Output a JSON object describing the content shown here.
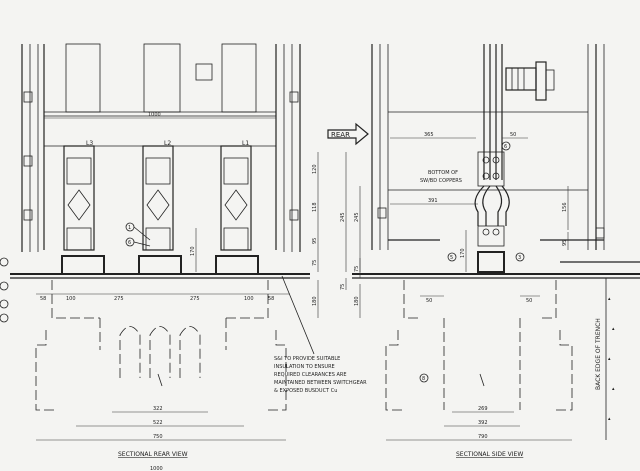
{
  "rear_view": {
    "title": "SECTIONAL REAR VIEW",
    "phases": [
      "L3",
      "L2",
      "L1"
    ],
    "dims": {
      "top": "1000",
      "bottom_row": [
        "58",
        "100",
        "275",
        "275",
        "100",
        "58"
      ],
      "right_stack": [
        "120",
        "118",
        "95",
        "75"
      ],
      "outer_left": "245",
      "mid": "170",
      "below": "180",
      "trench_inner": "322",
      "trench_mid": "522",
      "trench_outer": "750",
      "left_lower": "75"
    },
    "callouts": [
      "1",
      "6"
    ],
    "note": [
      "S&I TO PROVIDE SUITABLE",
      "INSULATION TO ENSURE",
      "REQUIRED CLEARANCES ARE",
      "MAINTAINED BETWEEN SWITCHGEAR",
      "& EXPOSED BUSDUCT Cu"
    ]
  },
  "side_view": {
    "title": "SECTIONAL SIDE VIEW",
    "rear_label": "REAR",
    "dims": {
      "d365": "365",
      "d50_top": "50",
      "d391": "391",
      "d156": "156",
      "d95": "95",
      "d170": "170",
      "d245": "245",
      "d75": "75",
      "d180": "180",
      "d50_left": "50",
      "d50_right": "50",
      "trench_inner": "269",
      "trench_mid": "392",
      "trench_outer": "790"
    },
    "busbar_note": [
      "BOTTOM OF",
      "SW/BD COPPERS"
    ],
    "callouts": [
      "6",
      "5",
      "3",
      "8"
    ],
    "trench_label": "BACK EDGE OF TRENCH"
  },
  "footer": {
    "fragment": "1000"
  }
}
